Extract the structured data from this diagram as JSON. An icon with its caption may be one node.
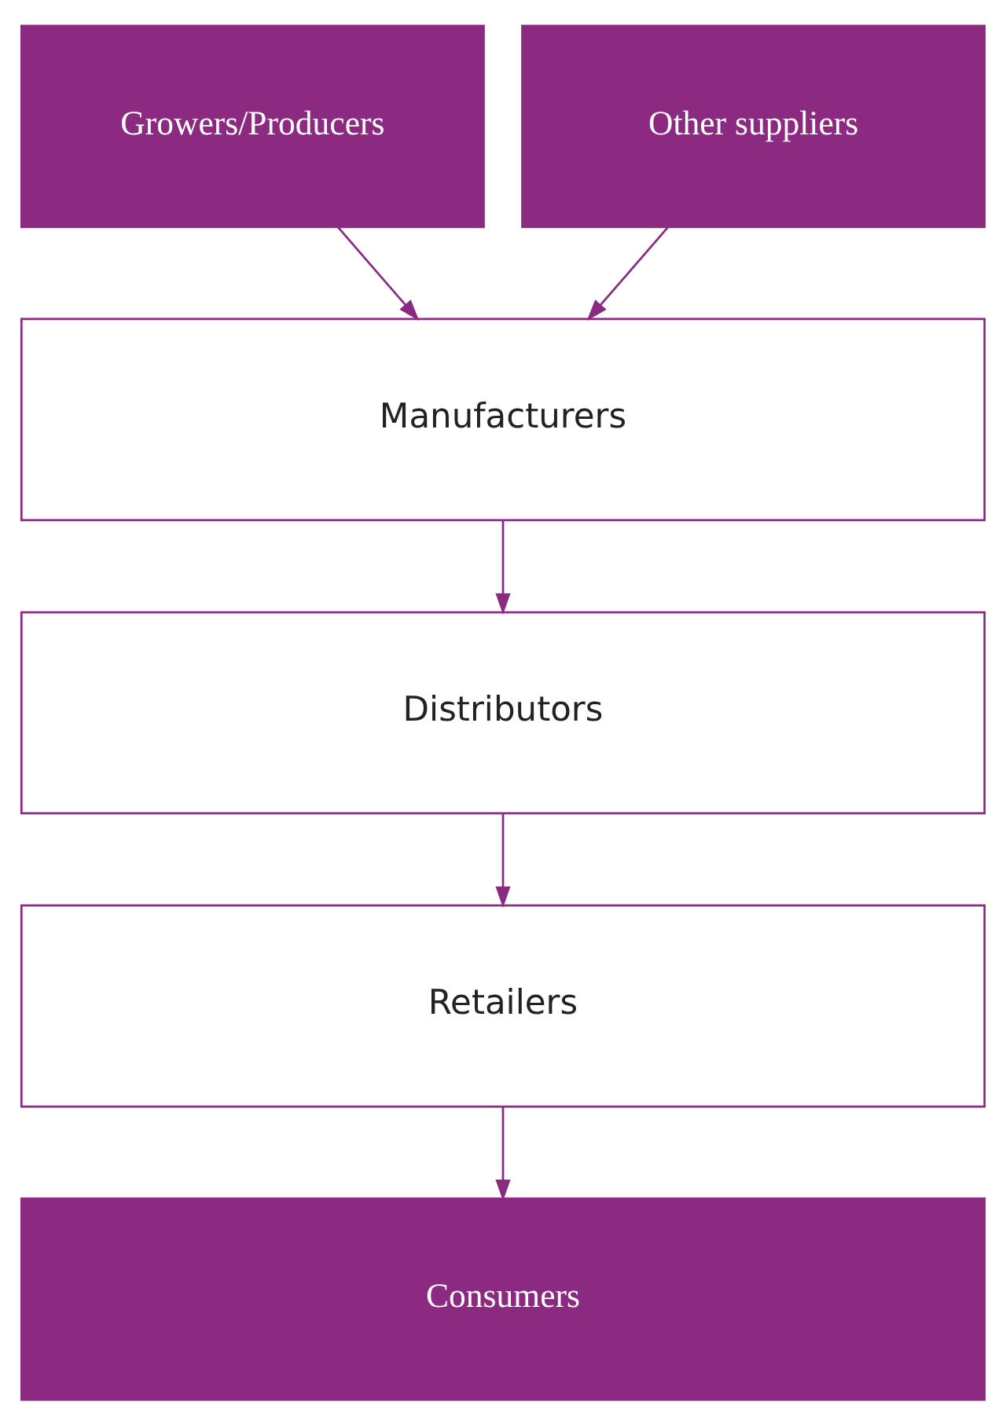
{
  "diagram": {
    "nodes": [
      {
        "text": [
          "Growers/Producers"
        ]
      },
      {
        "text": [
          "Other suppliers"
        ]
      },
      {
        "text": [
          "Manufacturers"
        ]
      },
      {
        "text": [
          "Distributors"
        ]
      },
      {
        "text": [
          "Retailers"
        ]
      },
      {
        "text": [
          "Consumers"
        ]
      }
    ],
    "edges": [
      {
        "from": 0,
        "to": 2,
        "arrow": "to"
      },
      {
        "from": 1,
        "to": 2,
        "arrow": "to"
      },
      {
        "from": 2,
        "to": 3,
        "arrow": "to"
      },
      {
        "from": 3,
        "to": 4,
        "arrow": "to"
      },
      {
        "from": 4,
        "to": 5,
        "arrow": "to"
      }
    ]
  }
}
